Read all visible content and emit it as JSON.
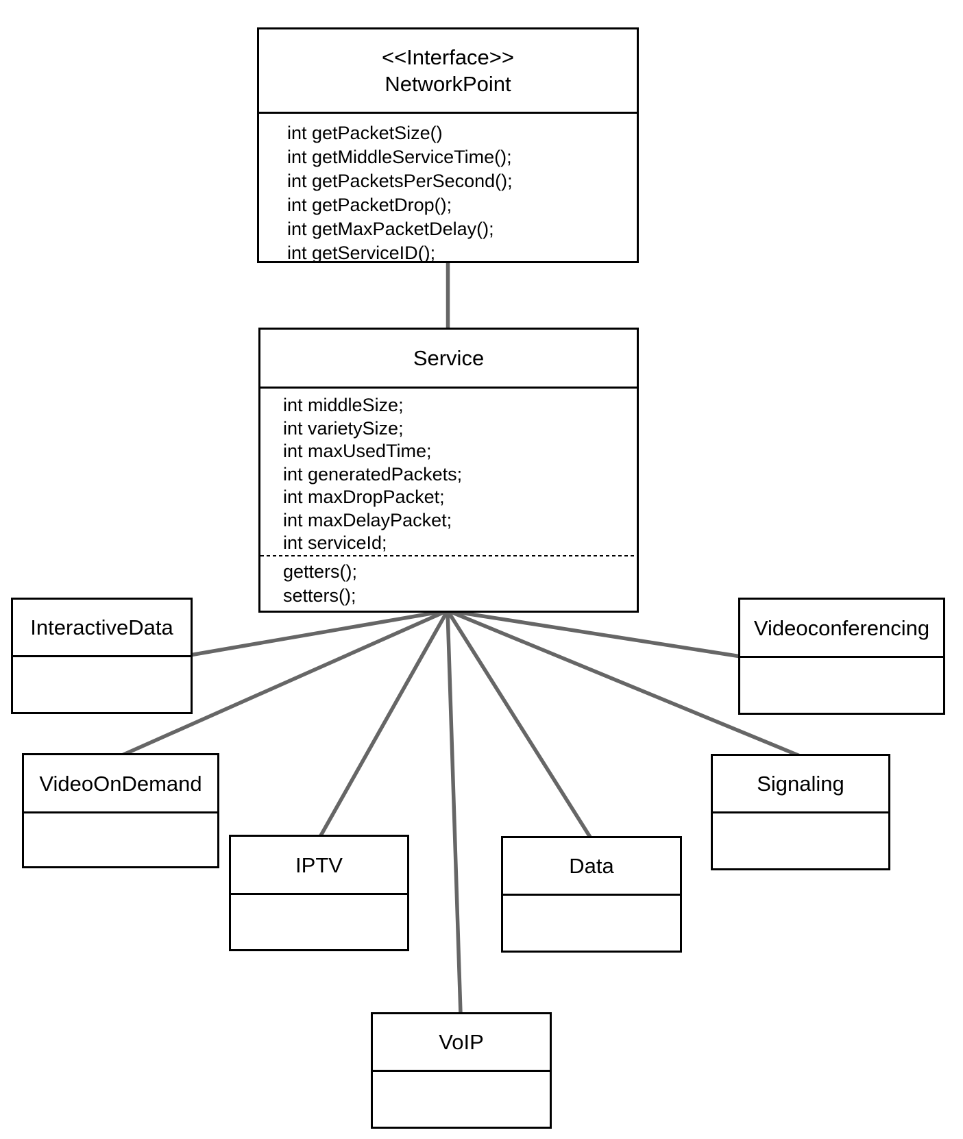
{
  "colors": {
    "connector": "#666666",
    "border": "#000000",
    "background": "#ffffff",
    "text": "#000000"
  },
  "interface_class": {
    "stereotype": "<<Interface>>",
    "name": "NetworkPoint",
    "methods": [
      "int getPacketSize()",
      "int getMiddleServiceTime();",
      "int getPacketsPerSecond();",
      "int getPacketDrop();",
      "int getMaxPacketDelay();",
      "int getServiceID();"
    ]
  },
  "service_class": {
    "name": "Service",
    "attributes": [
      "int middleSize;",
      "int varietySize;",
      "int maxUsedTime;",
      "int generatedPackets;",
      "int maxDropPacket;",
      "int maxDelayPacket;",
      "int serviceId;"
    ],
    "operations": [
      "getters();",
      "setters();"
    ]
  },
  "subclasses": {
    "interactive_data": {
      "name": "InteractiveData"
    },
    "videoconferencing": {
      "name": "Videoconferencing"
    },
    "video_on_demand": {
      "name": "VideoOnDemand"
    },
    "signaling": {
      "name": "Signaling"
    },
    "iptv": {
      "name": "IPTV"
    },
    "data": {
      "name": "Data"
    },
    "voip": {
      "name": "VoIP"
    }
  }
}
